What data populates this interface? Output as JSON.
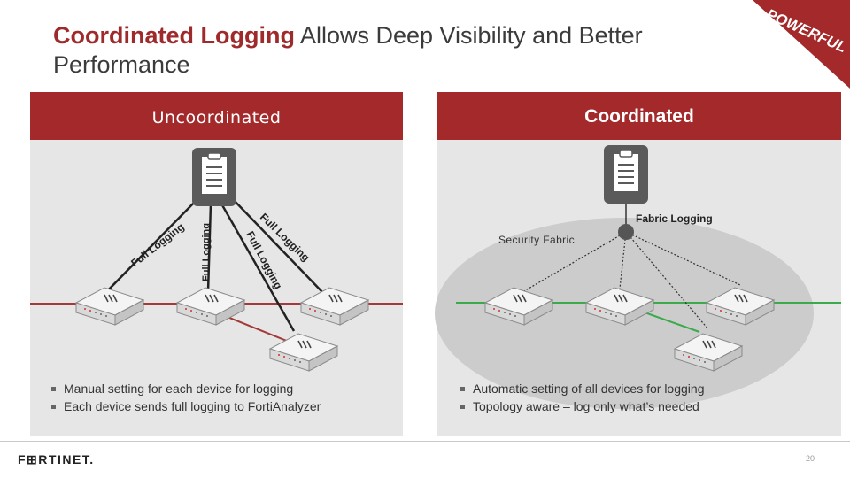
{
  "slide": {
    "title_highlight": "Coordinated Logging",
    "title_rest": " Allows Deep Visibility and Better Performance",
    "badge_text": "POWERFUL",
    "page_number": "20",
    "logo_text": "F⊞RTINET."
  },
  "left_panel": {
    "header": "Uncoordinated",
    "link_label": "Full Logging",
    "bullets": [
      "Manual setting for each device for logging",
      "Each device sends full logging to FortiAnalyzer"
    ]
  },
  "right_panel": {
    "header": "Coordinated",
    "fabric_label": "Fabric Logging",
    "security_fabric_label": "Security Fabric",
    "bullets": [
      "Automatic setting of all devices for logging",
      "Topology aware – log only what’s needed"
    ]
  },
  "colors": {
    "brand_red": "#a3292b",
    "title_red": "#9e2a2b",
    "panel_bg": "#e6e6e6",
    "device_link_red": "#a33a3a",
    "device_link_green": "#3aaa4a"
  },
  "icons": [
    "clipboard-icon",
    "firewall-device-icon"
  ]
}
